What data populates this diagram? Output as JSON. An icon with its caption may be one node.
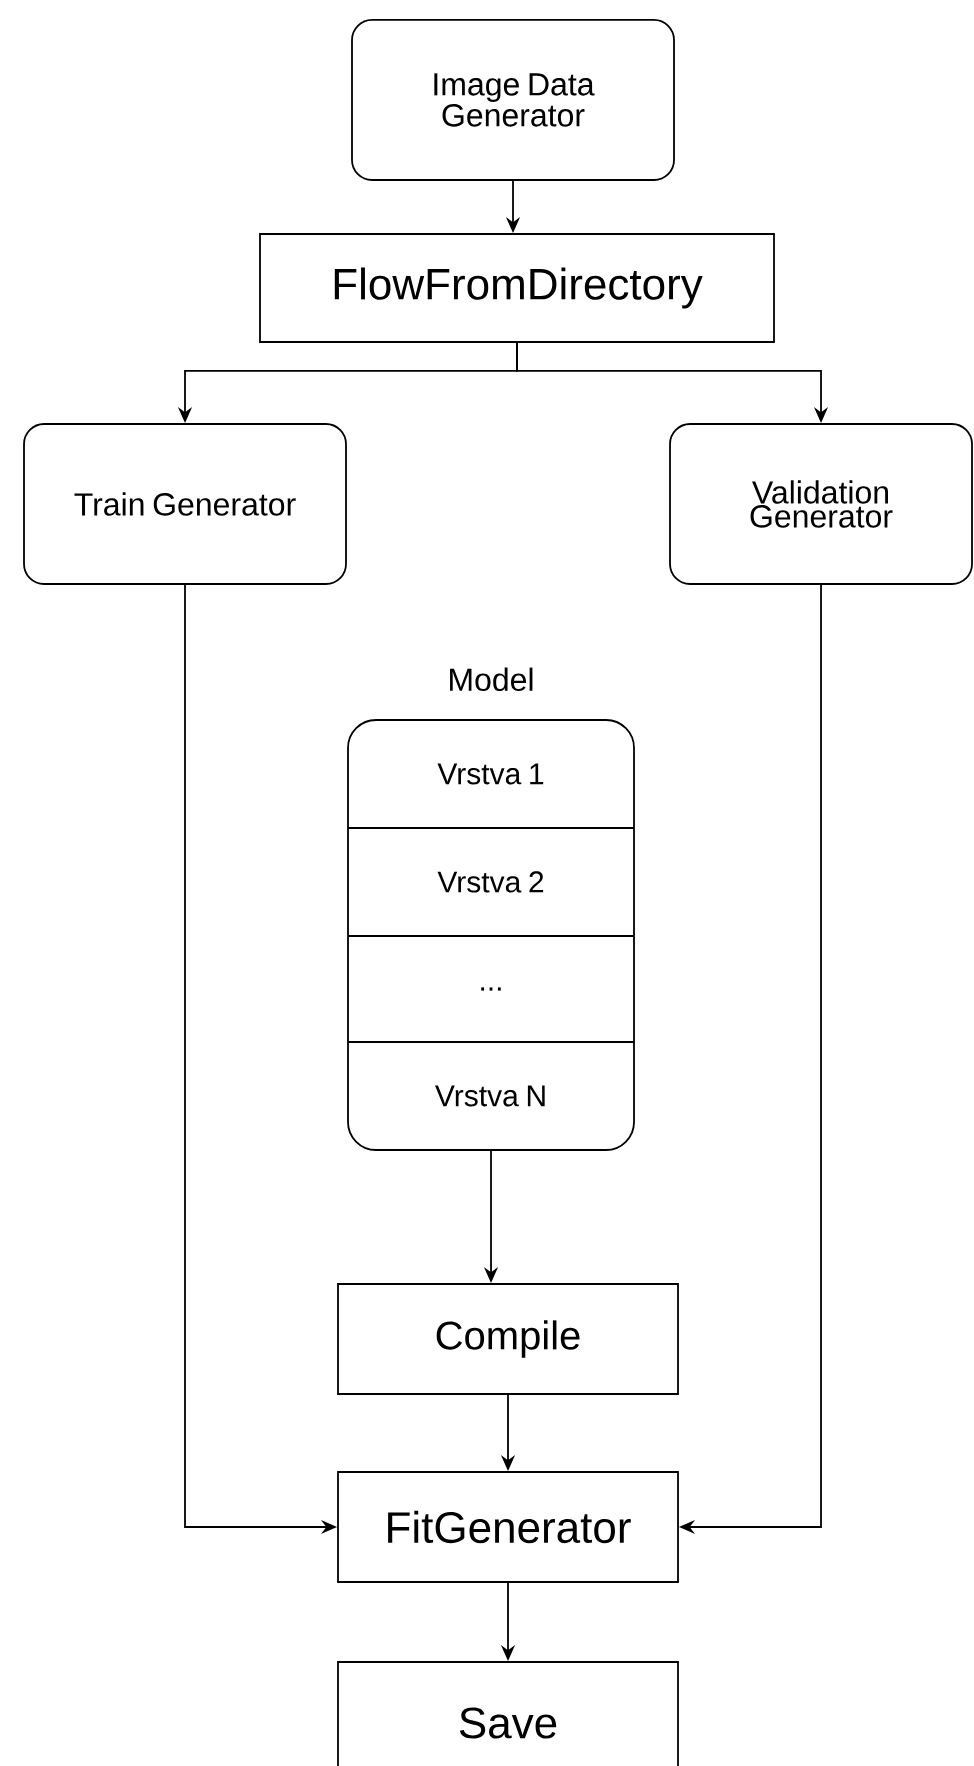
{
  "diagram": {
    "nodes": [
      {
        "text": [
          "Image Data Generator"
        ]
      },
      {
        "text": [
          "FlowFromDirectory"
        ]
      },
      {
        "text": [
          "Train Generator"
        ]
      },
      {
        "text": [
          "Validation Generator"
        ]
      },
      {
        "text": [
          "Model"
        ]
      },
      {
        "text": [
          "Vrstva 1"
        ],
        "in": 4
      },
      {
        "text": [
          "Vrstva 2"
        ],
        "in": 4
      },
      {
        "text": [
          "..."
        ],
        "in": 4
      },
      {
        "text": [
          "Vrstva N"
        ],
        "in": 4
      },
      {
        "text": [
          "Compile"
        ]
      },
      {
        "text": [
          "FitGenerator"
        ]
      },
      {
        "text": [
          "Save"
        ]
      }
    ],
    "edges": [
      {
        "from": 0,
        "to": 1,
        "arrow": "to"
      },
      {
        "from": 1,
        "to": 2,
        "arrow": "to"
      },
      {
        "from": 1,
        "to": 3,
        "arrow": "to"
      },
      {
        "from": 4,
        "to": 9,
        "arrow": "to"
      },
      {
        "from": 9,
        "to": 10,
        "arrow": "to"
      },
      {
        "from": 2,
        "to": 10,
        "arrow": "to"
      },
      {
        "from": 3,
        "to": 10,
        "arrow": "to"
      },
      {
        "from": 10,
        "to": 11,
        "arrow": "to"
      }
    ]
  }
}
